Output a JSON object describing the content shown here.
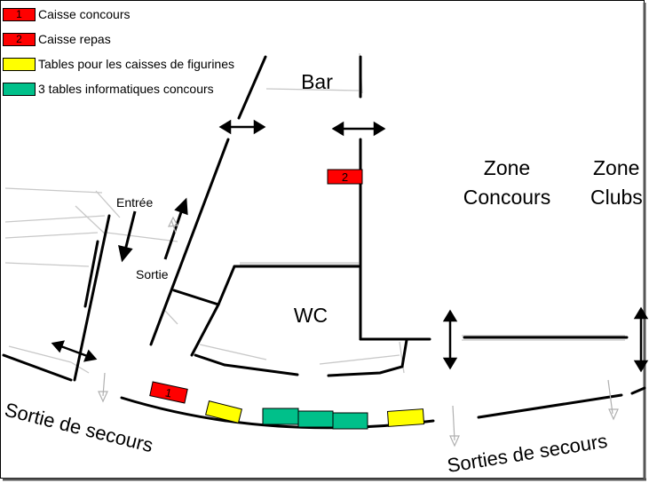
{
  "legend": [
    {
      "num": "1",
      "label": "Caisse concours",
      "color": "#ff0000"
    },
    {
      "num": "2",
      "label": "Caisse repas",
      "color": "#ff0000"
    },
    {
      "num": "",
      "label": "Tables pour les caisses de figurines",
      "color": "#ffff00"
    },
    {
      "num": "",
      "label": "3 tables informatiques concours",
      "color": "#00c08a"
    }
  ],
  "rooms": {
    "bar": "Bar",
    "wc": "WC",
    "zone_concours_1": "Zone",
    "zone_concours_2": "Concours",
    "zone_clubs_1": "Zone",
    "zone_clubs_2": "Clubs"
  },
  "labels": {
    "entree": "Entrée",
    "sortie": "Sortie",
    "sortie_secours": "Sortie de secours",
    "sorties_secours": "Sorties de secours"
  },
  "markers": {
    "caisse_concours": "1",
    "caisse_repas": "2"
  },
  "colors": {
    "red": "#ff0000",
    "yellow": "#ffff00",
    "green": "#00c08a"
  }
}
